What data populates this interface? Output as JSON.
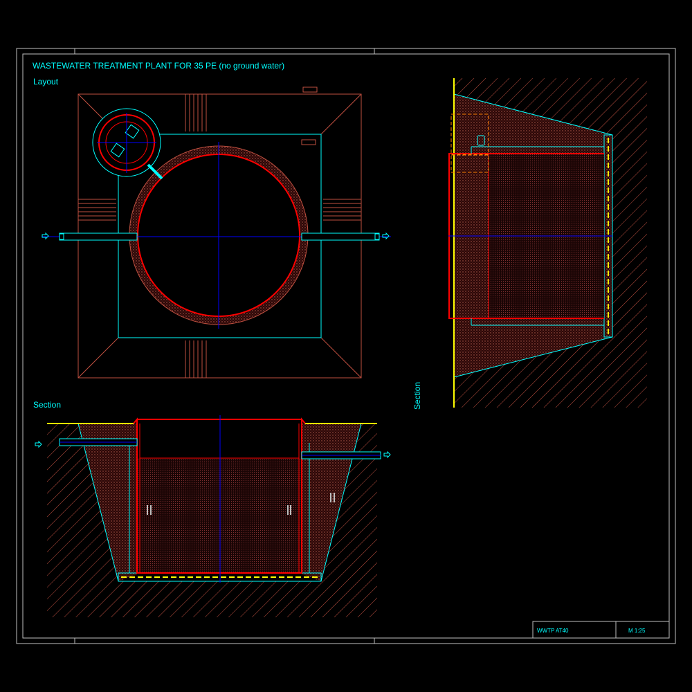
{
  "drawing": {
    "title": "WASTEWATER TREATMENT PLANT FOR 35 PE (no ground water)",
    "layout_label": "Layout",
    "section_label": "Section",
    "side_section_label": "Section"
  },
  "title_block": {
    "drawing_name": "WWTP AT40",
    "scale": "M 1:25"
  },
  "colors": {
    "background": "#000000",
    "frame": "#c0c0c0",
    "text": "#00ffff",
    "tank": "#ff0000",
    "axis": "#0000ff",
    "pipe": "#00ffff",
    "ground_line": "#ffff00",
    "excavation": "#ff8060",
    "soil_hatch": "#c05040"
  },
  "icons": {
    "inlet_arrow": "arrow-right-icon",
    "outlet_arrow": "arrow-right-icon"
  }
}
